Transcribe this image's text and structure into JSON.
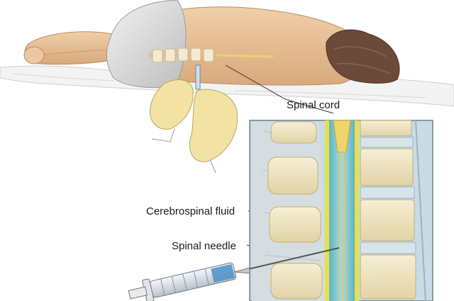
{
  "labels": {
    "spinal_cord": "Spinal cord",
    "cerebrospinal_fluid": "Cerebrospinal fluid",
    "spinal_needle": "Spinal needle"
  },
  "colors": {
    "skin": "#e8c39e",
    "hair": "#6b4a3a",
    "gown": "#d9d9d9",
    "glove": "#f2e2a4",
    "inset_bg": "#c9dbe6",
    "bone": "#efe6c4",
    "disc": "#d7e4ea",
    "cord": "#f0d56a",
    "csf": "#7fc8d2",
    "syringe_fluid": "#4a90c8"
  }
}
